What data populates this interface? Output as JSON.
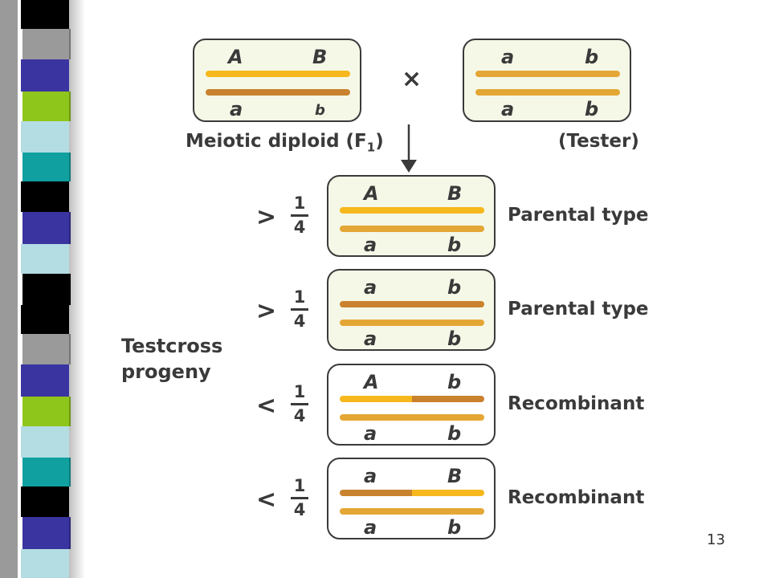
{
  "colors": {
    "yellow": "#f6b81c",
    "brown": "#c9822e",
    "tester": "#e4a735",
    "parental_bg": "#f5f8e7",
    "recombinant_bg": "#c8d3b8",
    "stroke": "#3a3a3a"
  },
  "parent": {
    "f1": {
      "top_left": "A",
      "top_right": "B",
      "bottom_left": "a",
      "bottom_right": "b",
      "caption": "Meiotic diploid (F",
      "caption_sub": "1",
      "caption_end": ")"
    },
    "cross_symbol": "×",
    "tester": {
      "top_left": "a",
      "top_right": "b",
      "bottom_left": "a",
      "bottom_right": "b",
      "caption": "(Tester)"
    }
  },
  "progeny_label_line1": "Testcross",
  "progeny_label_line2": "progeny",
  "progeny": [
    {
      "comparator": ">",
      "numerator": "1",
      "denominator": "4",
      "top_left": "A",
      "top_right": "B",
      "bottom_left": "a",
      "bottom_right": "b",
      "type": "Parental type",
      "kind": "parental"
    },
    {
      "comparator": ">",
      "numerator": "1",
      "denominator": "4",
      "top_left": "a",
      "top_right": "b",
      "bottom_left": "a",
      "bottom_right": "b",
      "type": "Parental type",
      "kind": "parental"
    },
    {
      "comparator": "<",
      "numerator": "1",
      "denominator": "4",
      "top_left": "A",
      "top_right": "b",
      "bottom_left": "a",
      "bottom_right": "b",
      "type": "Recombinant",
      "kind": "recombinant"
    },
    {
      "comparator": "<",
      "numerator": "1",
      "denominator": "4",
      "top_left": "a",
      "top_right": "B",
      "bottom_left": "a",
      "bottom_right": "b",
      "type": "Recombinant",
      "kind": "recombinant"
    }
  ],
  "page_number": "13"
}
